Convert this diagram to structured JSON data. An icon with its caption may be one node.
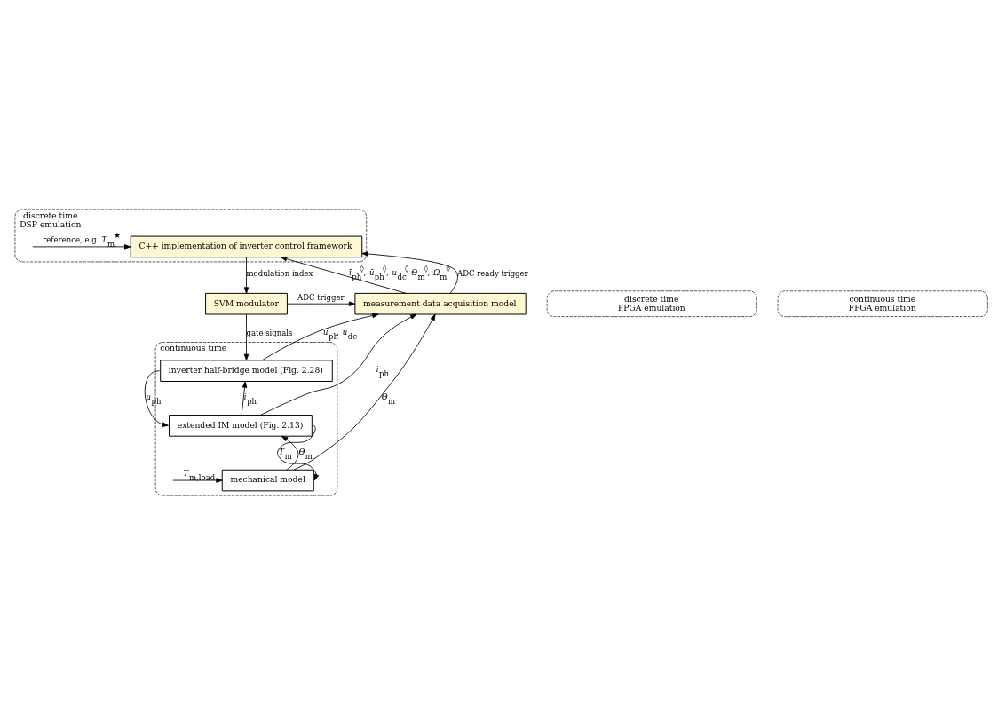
{
  "diagram": {
    "nodes": [
      {
        "text": [
          "discrete time",
          "DSP emulation"
        ]
      },
      {
        "text": [
          "C++ implementation of inverter control framework"
        ],
        "in": 0
      },
      {
        "text": [
          "discrete time",
          "FPGA emulation"
        ]
      },
      {
        "text": [
          "continuous time",
          "FPGA emulation"
        ]
      },
      {
        "text": [
          "measurement data acquisition model"
        ]
      },
      {
        "text": [
          "SVM modulator"
        ]
      },
      {
        "text": [
          "continuous time"
        ]
      },
      {
        "text": [
          "inverter half-bridge model (Fig. 2.28)"
        ],
        "in": 6
      },
      {
        "text": [
          "extended IM model (Fig. 2.13)"
        ],
        "in": 6
      },
      {
        "text": [
          "mechanical model"
        ],
        "in": 6
      }
    ],
    "edges": [
      {
        "from": null,
        "to": 1,
        "arrow": "to",
        "label": "reference, e.g. *T*$_{m}$$^{★}$"
      },
      {
        "from": 4,
        "to": 1,
        "arrow": "to",
        "label": "*ī*$_{ph}$$^{◊}$, *ū*$_{ph}$$^{◊}$, *u*$_{dc}$$^{◊}$ *Θ*$_{m}$$^{◊}$, *Ω*$_{m}$$^{◊}$"
      },
      {
        "from": 4,
        "to": 1,
        "arrow": "to",
        "label": "ADC ready trigger"
      },
      {
        "from": 1,
        "to": 5,
        "arrow": "to",
        "label": "modulation index"
      },
      {
        "from": 5,
        "to": 4,
        "arrow": "to",
        "label": "ADC trigger"
      },
      {
        "from": 5,
        "to": 7,
        "arrow": "to",
        "label": "gate signals"
      },
      {
        "from": 9,
        "to": 4,
        "arrow": "to",
        "label": "*Θ*$_{m}$"
      },
      {
        "from": 7,
        "to": 4,
        "arrow": "to",
        "label": "*u*$_{ph}$, *u*$_{dc}$"
      },
      {
        "from": 8,
        "to": 4,
        "arrow": "to",
        "label": "*i*$_{ph}$"
      },
      {
        "from": 7,
        "to": 8,
        "arrow": "to",
        "label": "*u*$_{ph}$"
      },
      {
        "from": 8,
        "to": 7,
        "arrow": "to",
        "label": "*i*$_{ph}$"
      },
      {
        "from": 9,
        "to": 8,
        "arrow": "to",
        "label": "*Θ*$_{m}$"
      },
      {
        "from": 8,
        "to": 9,
        "arrow": "to",
        "label": "*T*$_{m}$"
      },
      {
        "from": null,
        "to": 9,
        "arrow": "to",
        "label": "*T*$_{m,load}$"
      }
    ]
  }
}
